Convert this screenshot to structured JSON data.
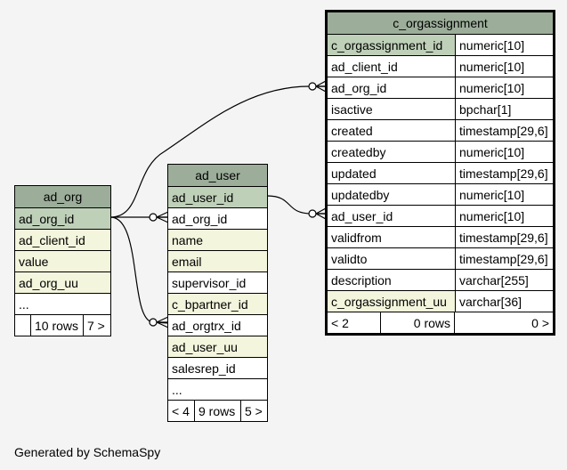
{
  "tables": {
    "c_orgassignment": {
      "name": "c_orgassignment",
      "columns": [
        {
          "name": "c_orgassignment_id",
          "type": "numeric[10]",
          "kind": "pk"
        },
        {
          "name": "ad_client_id",
          "type": "numeric[10]",
          "kind": "plain"
        },
        {
          "name": "ad_org_id",
          "type": "numeric[10]",
          "kind": "plain"
        },
        {
          "name": "isactive",
          "type": "bpchar[1]",
          "kind": "plain"
        },
        {
          "name": "created",
          "type": "timestamp[29,6]",
          "kind": "plain"
        },
        {
          "name": "createdby",
          "type": "numeric[10]",
          "kind": "plain"
        },
        {
          "name": "updated",
          "type": "timestamp[29,6]",
          "kind": "plain"
        },
        {
          "name": "updatedby",
          "type": "numeric[10]",
          "kind": "plain"
        },
        {
          "name": "ad_user_id",
          "type": "numeric[10]",
          "kind": "plain"
        },
        {
          "name": "validfrom",
          "type": "timestamp[29,6]",
          "kind": "plain"
        },
        {
          "name": "validto",
          "type": "timestamp[29,6]",
          "kind": "plain"
        },
        {
          "name": "description",
          "type": "varchar[255]",
          "kind": "plain"
        },
        {
          "name": "c_orgassignment_uu",
          "type": "varchar[36]",
          "kind": "fk"
        }
      ],
      "footer": {
        "parents": "< 2",
        "rows": "0 rows",
        "children": "0 >"
      }
    },
    "ad_user": {
      "name": "ad_user",
      "columns": [
        {
          "name": "ad_user_id",
          "kind": "pk"
        },
        {
          "name": "ad_org_id",
          "kind": "plain"
        },
        {
          "name": "name",
          "kind": "fk"
        },
        {
          "name": "email",
          "kind": "fk"
        },
        {
          "name": "supervisor_id",
          "kind": "plain"
        },
        {
          "name": "c_bpartner_id",
          "kind": "fk"
        },
        {
          "name": "ad_orgtrx_id",
          "kind": "plain"
        },
        {
          "name": "ad_user_uu",
          "kind": "fk"
        },
        {
          "name": "salesrep_id",
          "kind": "plain"
        },
        {
          "name": "...",
          "kind": "plain"
        }
      ],
      "footer": {
        "parents": "< 4",
        "rows": "9 rows",
        "children": "5 >"
      }
    },
    "ad_org": {
      "name": "ad_org",
      "columns": [
        {
          "name": "ad_org_id",
          "kind": "pk"
        },
        {
          "name": "ad_client_id",
          "kind": "fk"
        },
        {
          "name": "value",
          "kind": "fk"
        },
        {
          "name": "ad_org_uu",
          "kind": "fk"
        },
        {
          "name": "...",
          "kind": "plain"
        }
      ],
      "footer": {
        "parents": "",
        "rows": "10 rows",
        "children": "7 >"
      }
    }
  },
  "caption": "Generated by SchemaSpy"
}
